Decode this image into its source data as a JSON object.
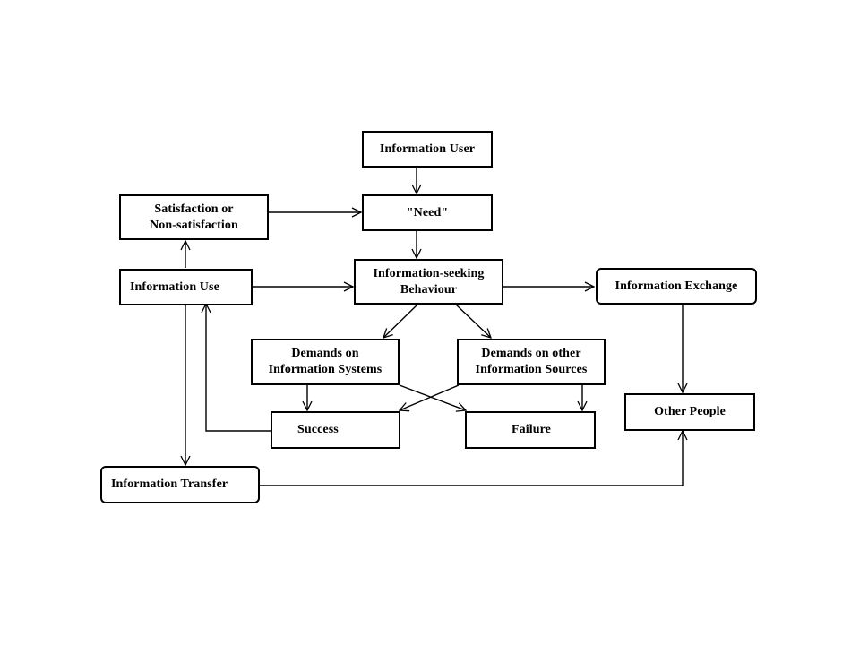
{
  "nodes": {
    "information_user": {
      "lines": [
        "Information User"
      ]
    },
    "need": {
      "lines": [
        "\"Need\""
      ]
    },
    "satisfaction": {
      "lines": [
        "Satisfaction or",
        "Non-satisfaction"
      ]
    },
    "information_use": {
      "lines": [
        "Information Use"
      ]
    },
    "information_seeking": {
      "lines": [
        "Information-seeking",
        "Behaviour"
      ]
    },
    "information_exchange": {
      "lines": [
        "Information Exchange"
      ]
    },
    "demands_systems": {
      "lines": [
        "Demands on",
        "Information Systems"
      ]
    },
    "demands_sources": {
      "lines": [
        "Demands on other",
        "Information Sources"
      ]
    },
    "success": {
      "lines": [
        "Success"
      ]
    },
    "failure": {
      "lines": [
        "Failure"
      ]
    },
    "other_people": {
      "lines": [
        "Other People"
      ]
    },
    "information_transfer": {
      "lines": [
        "Information Transfer"
      ]
    }
  },
  "colors": {
    "line": "#000000",
    "background": "#ffffff"
  }
}
